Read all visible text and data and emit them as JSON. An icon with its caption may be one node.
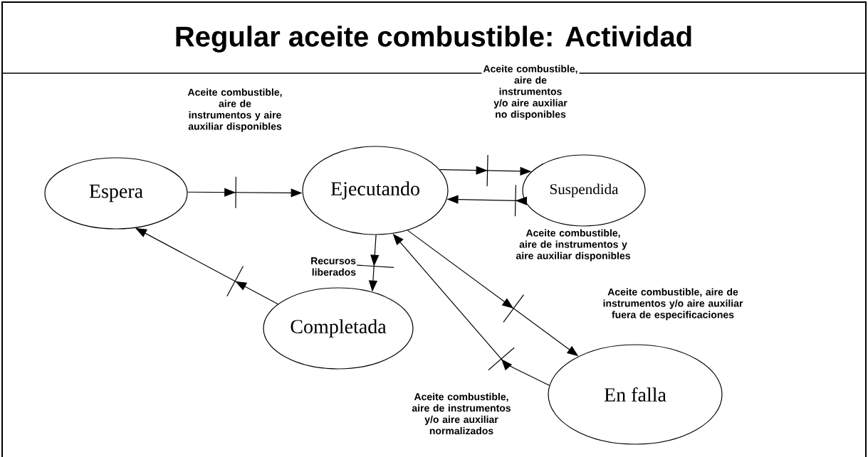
{
  "diagram": {
    "title": "Regular aceite combustible: Actividad",
    "nodes": [
      {
        "text": [
          "Espera"
        ]
      },
      {
        "text": [
          "Ejecutando"
        ]
      },
      {
        "text": [
          "Suspendida"
        ]
      },
      {
        "text": [
          "Completada"
        ]
      },
      {
        "text": [
          "En falla"
        ]
      }
    ],
    "edges": [
      {
        "from": 0,
        "to": 1,
        "arrow": "to",
        "label": "Aceite combustible, aire de instrumentos y aire auxiliar disponibles"
      },
      {
        "from": 1,
        "to": 2,
        "arrow": "to",
        "label": "Aceite combustible, aire de instrumentos y/o aire auxiliar no disponibles"
      },
      {
        "from": 2,
        "to": 1,
        "arrow": "to",
        "label": "Aceite combustible, aire de instrumentos y aire auxiliar disponibles"
      },
      {
        "from": 1,
        "to": 3,
        "arrow": "to",
        "label": "Recursos liberados"
      },
      {
        "from": 3,
        "to": 0,
        "arrow": "to"
      },
      {
        "from": 1,
        "to": 4,
        "arrow": "to",
        "label": "Aceite combustible, aire de instrumentos y/o aire auxiliar fuera de especificaciones"
      },
      {
        "from": 4,
        "to": 1,
        "arrow": "to",
        "label": "Aceite combustible, aire de instrumentos y/o aire auxiliar normalizados"
      }
    ]
  }
}
